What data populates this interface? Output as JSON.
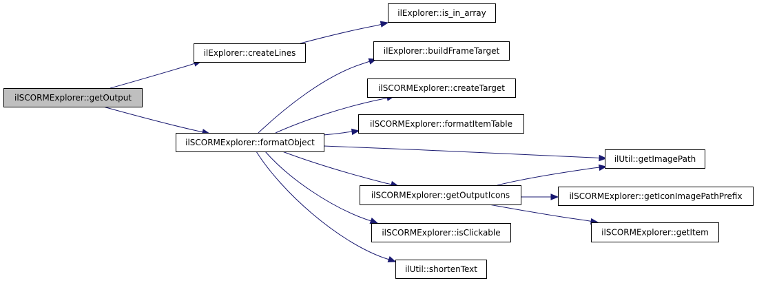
{
  "graph": {
    "nodes": [
      {
        "id": "root",
        "label": "ilSCORMExplorer::getOutput",
        "highlighted": true
      },
      {
        "id": "createLines",
        "label": "ilExplorer::createLines"
      },
      {
        "id": "formatObject",
        "label": "ilSCORMExplorer::formatObject"
      },
      {
        "id": "is_in_array",
        "label": "ilExplorer::is_in_array"
      },
      {
        "id": "buildFrameTarget",
        "label": "ilExplorer::buildFrameTarget"
      },
      {
        "id": "createTarget",
        "label": "ilSCORMExplorer::createTarget"
      },
      {
        "id": "formatItemTable",
        "label": "ilSCORMExplorer::formatItemTable"
      },
      {
        "id": "getImagePath",
        "label": "ilUtil::getImagePath"
      },
      {
        "id": "getOutputIcons",
        "label": "ilSCORMExplorer::getOutputIcons"
      },
      {
        "id": "getIconImagePathPrefix",
        "label": "ilSCORMExplorer::getIconImagePathPrefix"
      },
      {
        "id": "isClickable",
        "label": "ilSCORMExplorer::isClickable"
      },
      {
        "id": "getItem",
        "label": "ilSCORMExplorer::getItem"
      },
      {
        "id": "shortenText",
        "label": "ilUtil::shortenText"
      }
    ],
    "edges": [
      {
        "from": "root",
        "to": "createLines"
      },
      {
        "from": "root",
        "to": "formatObject"
      },
      {
        "from": "createLines",
        "to": "is_in_array"
      },
      {
        "from": "formatObject",
        "to": "buildFrameTarget"
      },
      {
        "from": "formatObject",
        "to": "createTarget"
      },
      {
        "from": "formatObject",
        "to": "formatItemTable"
      },
      {
        "from": "formatObject",
        "to": "getImagePath"
      },
      {
        "from": "formatObject",
        "to": "getOutputIcons"
      },
      {
        "from": "formatObject",
        "to": "isClickable"
      },
      {
        "from": "formatObject",
        "to": "shortenText"
      },
      {
        "from": "getOutputIcons",
        "to": "getImagePath"
      },
      {
        "from": "getOutputIcons",
        "to": "getIconImagePathPrefix"
      },
      {
        "from": "getOutputIcons",
        "to": "getItem"
      }
    ],
    "colors": {
      "edge": "#191970",
      "root_fill": "#bfbfbf",
      "node_fill": "#ffffff",
      "node_border": "#000000"
    }
  }
}
